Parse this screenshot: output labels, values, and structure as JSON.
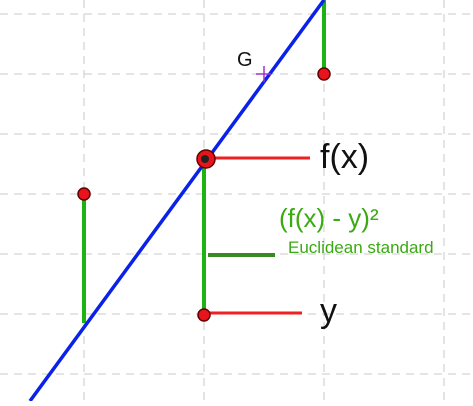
{
  "labels": {
    "point_g": "G",
    "fx": "f(x)",
    "y": "y",
    "loss_formula": "(f(x) - y)²",
    "loss_name": "Euclidean standard"
  },
  "colors": {
    "background": "#ffffff",
    "grid": "#c8c8c8",
    "regression_line": "#0a22e8",
    "residual": "#1db313",
    "point_fill": "#e8141c",
    "point_stroke": "#600000",
    "pointer_line": "#ee2020",
    "legend_line": "#3a8a24",
    "loss_text": "#3aaa12",
    "label_text": "#111111",
    "g_marker": "#a030d0"
  }
}
